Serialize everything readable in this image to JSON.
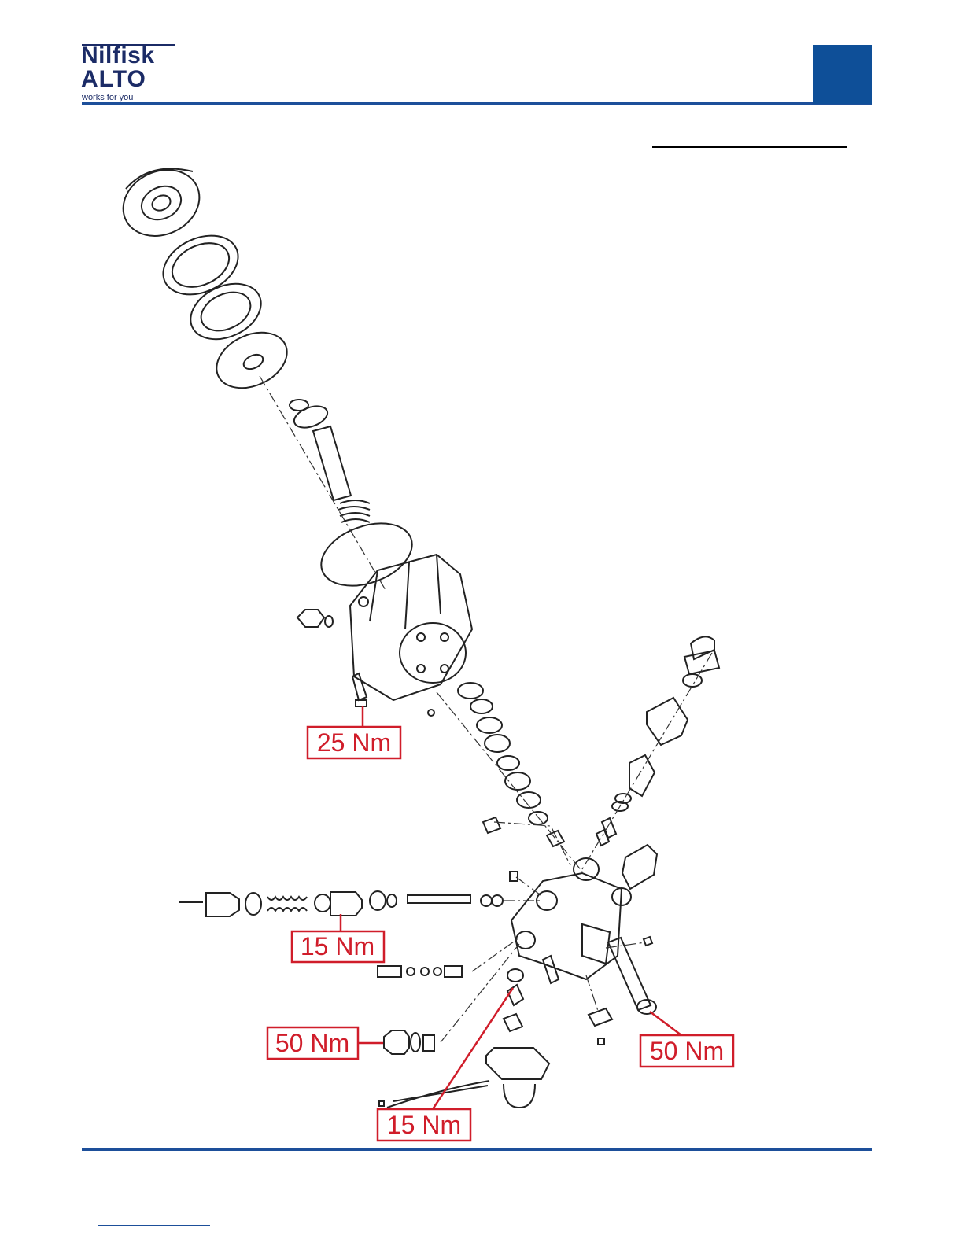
{
  "header": {
    "logo": {
      "line1": "Nilfisk",
      "line2": "ALTO",
      "tagline": "works for you"
    },
    "accent_color": "#0e4f98"
  },
  "diagram": {
    "torque_labels": [
      {
        "id": "head-bolt",
        "text": "25 Nm"
      },
      {
        "id": "unloader",
        "text": "15 Nm"
      },
      {
        "id": "inlet-fitting",
        "text": "50 Nm"
      },
      {
        "id": "manifold-bolt",
        "text": "50 Nm"
      },
      {
        "id": "switch-fitting",
        "text": "15 Nm"
      }
    ],
    "callout_color": "#d01d2a"
  }
}
